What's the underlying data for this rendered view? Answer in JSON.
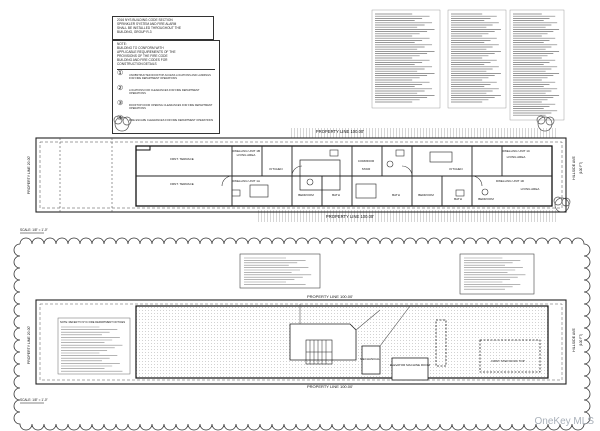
{
  "legend": {
    "code_lines": [
      "2016 NYS BUILDING CODE SECTION",
      "SPRINKLER SYSTEM AND FIRE ALARM",
      "SHALL BE INSTALLED THROUGHOUT THE",
      "BUILDING, GROUP R-3"
    ],
    "box2_lines": [
      "NOTE:",
      "BUILDING TO CONFORM WITH",
      "APPLICABLE REQUIREMENTS OF THE",
      "PROVISIONS OF THE FIRE CODE",
      "BUILDING AND FIRE CODES FOR",
      "CONSTRUCTION DETAILS"
    ],
    "items": [
      {
        "tag": "①",
        "text": "UNOBSTRUCTED ROOFTOP ACCESS LOCATIONS AND LANDINGS FOR FIRE DEPARTMENT OPERATIONS"
      },
      {
        "tag": "②",
        "text": "LOCATIONS FOR CLEARANCES FOR FIRE DEPARTMENT OPERATIONS"
      },
      {
        "tag": "③",
        "text": "ROOFTOP DOOR OPENING CLEARANCES FOR FIRE DEPARTMENT OPERATIONS"
      },
      {
        "tag": "④",
        "text": "FIRE ESCAPE CLEARANCES FOR FIRE DEPARTMENT OPERATIONS"
      }
    ]
  },
  "plan1": {
    "property_line_top": "PROPERTY LINE 100.00'",
    "property_line_bottom": "PROPERTY LINE 100.00'",
    "property_line_left": "PROPERTY LINE 20.00'",
    "street": "HILLSIDE AVE",
    "street_sub": "(100 FT)",
    "rooms": [
      "FRNT. TERRACE",
      "FRNT. TERRACE",
      "DWELLING UNIT 1B",
      "DWELLING UNIT 1A",
      "LIVING AREA",
      "KITCHEN",
      "BEDROOM",
      "BATH",
      "CORRIDOR",
      "STAIR",
      "BATH",
      "BEDROOM",
      "KITCHEN",
      "LIVING AREA",
      "DWELLING UNIT 1C",
      "DWELLING UNIT 1D",
      "BEDROOM",
      "BATH",
      "LIVING AREA"
    ],
    "scale": "SCALE: 1/8\" = 1'-0\""
  },
  "plan2": {
    "property_line_top": "PROPERTY LINE 100.00'",
    "property_line_bottom": "PROPERTY LINE 100.00'",
    "property_line_left": "PROPERTY LINE 20.00'",
    "street": "HILLSIDE AVE",
    "street_sub": "(100 FT)",
    "rooms": [
      "MECHANICAL",
      "ELEVATOR MACHINE ROOM",
      "FIRST STEP ROOF TOP"
    ],
    "note_title": "NOTE: REFER TO NYC FIRE DEPARTMENT NOTICES",
    "scale": "SCALE: 1/8\" = 1'-0\""
  },
  "watermark": "OneKey MLS"
}
